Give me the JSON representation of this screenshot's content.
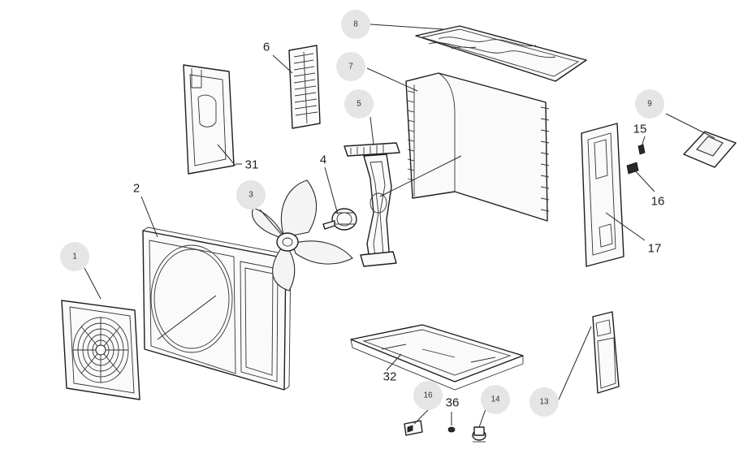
{
  "callouts": [
    {
      "id": "1",
      "label": "1",
      "style": "badge"
    },
    {
      "id": "2",
      "label": "2",
      "style": "plain"
    },
    {
      "id": "3",
      "label": "3",
      "style": "badge"
    },
    {
      "id": "4",
      "label": "4",
      "style": "plain"
    },
    {
      "id": "5",
      "label": "5",
      "style": "badge"
    },
    {
      "id": "6",
      "label": "6",
      "style": "plain"
    },
    {
      "id": "7",
      "label": "7",
      "style": "badge"
    },
    {
      "id": "8",
      "label": "8",
      "style": "badge"
    },
    {
      "id": "9",
      "label": "9",
      "style": "badge"
    },
    {
      "id": "13",
      "label": "13",
      "style": "badge"
    },
    {
      "id": "14",
      "label": "14",
      "style": "badge"
    },
    {
      "id": "15",
      "label": "15",
      "style": "plain"
    },
    {
      "id": "16a",
      "label": "16",
      "style": "plain"
    },
    {
      "id": "16b",
      "label": "16",
      "style": "badge"
    },
    {
      "id": "17",
      "label": "17",
      "style": "plain"
    },
    {
      "id": "31",
      "label": "31",
      "style": "plain"
    },
    {
      "id": "32",
      "label": "32",
      "style": "plain"
    },
    {
      "id": "36",
      "label": "36",
      "style": "plain"
    }
  ],
  "colors": {
    "badge_fill": "#e5e5e5",
    "line": "#1e1e1e",
    "part_fill": "#fafafa"
  }
}
